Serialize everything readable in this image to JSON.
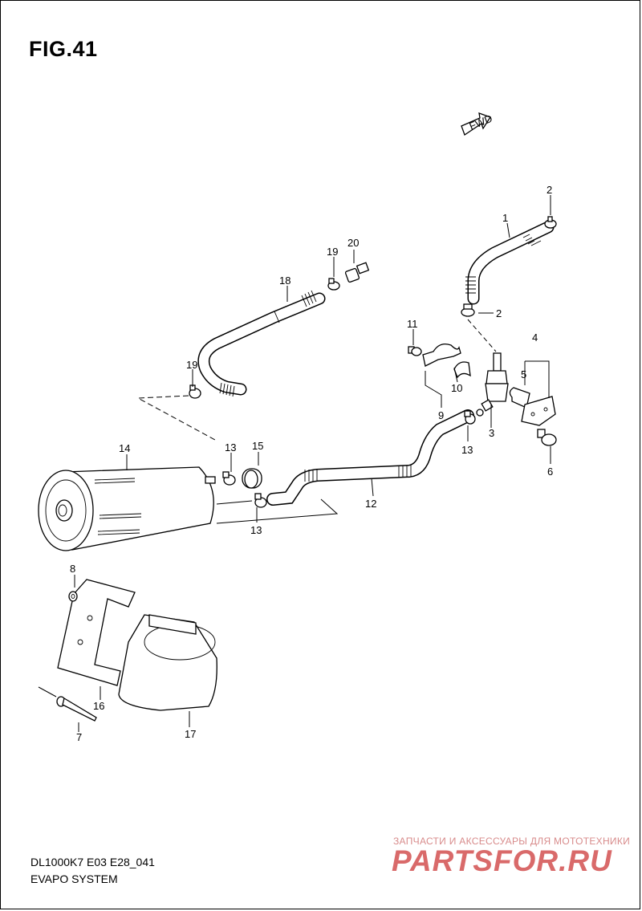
{
  "figure": {
    "title": "FIG.41"
  },
  "footer": {
    "model_code": "DL1000K7 E03 E28_041",
    "section_name": "EVAPO SYSTEM"
  },
  "watermark": {
    "tagline": "ЗАПЧАСТИ И АКСЕССУАРЫ ДЛЯ МОТОТЕХНИКИ",
    "logo": "PARTSFOR.RU"
  },
  "fwd_arrow": {
    "label": "FWD"
  },
  "callouts": {
    "p1": "1",
    "p2a": "2",
    "p2b": "2",
    "p3": "3",
    "p4": "4",
    "p5": "5",
    "p6": "6",
    "p7": "7",
    "p8": "8",
    "p9": "9",
    "p10": "10",
    "p11": "11",
    "p12": "12",
    "p13a": "13",
    "p13b": "13",
    "p13c": "13",
    "p14": "14",
    "p15": "15",
    "p16": "16",
    "p17": "17",
    "p18": "18",
    "p19a": "19",
    "p19b": "19",
    "p20": "20"
  },
  "colors": {
    "line": "#000000",
    "watermark": "#d96a6a",
    "background": "#ffffff"
  }
}
